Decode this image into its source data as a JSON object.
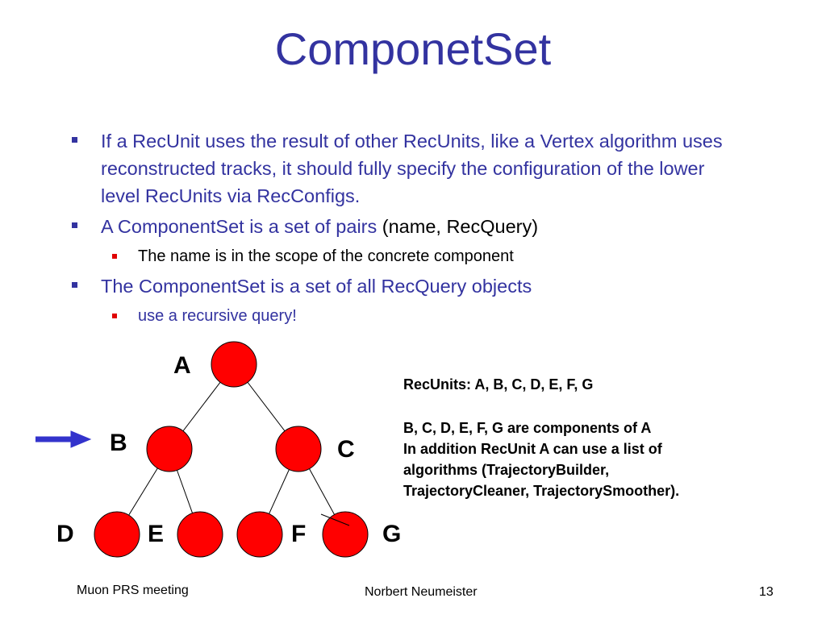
{
  "slide": {
    "title": "ComponetSet",
    "bullets": {
      "b1": "If a RecUnit uses the result of other RecUnits, like a Vertex algorithm uses reconstructed tracks, it should fully specify the configuration of the lower level RecUnits via RecConfigs.",
      "b2_colored": "A ComponentSet is a set of pairs ",
      "b2_plain": "(name, RecQuery)",
      "b2_sub": "The name is in the scope of the concrete component",
      "b3": "The ComponentSet is a set of all RecQuery objects",
      "b3_sub": "use a recursive query!"
    },
    "tree": {
      "labels": {
        "a": "A",
        "b": "B",
        "c": "C",
        "d": "D",
        "e": "E",
        "f": "F",
        "g": "G"
      },
      "node_color": "#ff0000",
      "arrow_color": "#3333cc"
    },
    "info": {
      "line1": "RecUnits: A, B, C, D, E, F, G",
      "line2": "B, C, D, E, F, G are components of A",
      "line3": "In addition RecUnit A can use a list of",
      "line4": "algorithms (TrajectoryBuilder,",
      "line5": "TrajectoryCleaner, TrajectorySmoother)."
    },
    "footer": {
      "left": "Muon PRS meeting",
      "center": "Norbert Neumeister",
      "page": "13"
    }
  }
}
